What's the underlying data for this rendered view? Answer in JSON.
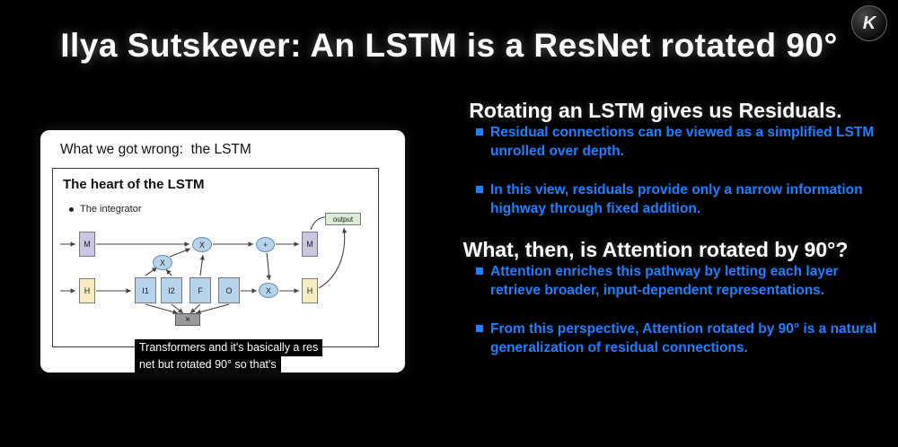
{
  "header": {
    "title": "Ilya Sutskever: An LSTM is a ResNet rotated 90°",
    "logo_letter": "K"
  },
  "slide": {
    "title": "What we got wrong:  the LSTM",
    "diagram_title": "The heart of the LSTM",
    "diagram_bullet": "The integrator",
    "nodes": {
      "m_left": "M",
      "h_left": "H",
      "x_gate": "X",
      "x_top": "X",
      "plus": "+",
      "x_out": "X",
      "i1": "I1",
      "i2": "I2",
      "f": "F",
      "o": "O",
      "mult": "×",
      "output": "output",
      "m_right": "M",
      "h_right": "H"
    },
    "caption": {
      "line1": "Transformers and it's basically a res",
      "line2": "net but rotated 90° so that's"
    }
  },
  "right_panel": {
    "heading1": "Rotating an LSTM gives us Residuals.",
    "bullets1": [
      "Residual connections can be viewed as a simplified LSTM unrolled over depth.",
      "In this view, residuals provide only a narrow information highway through fixed addition."
    ],
    "heading2": "What, then, is Attention rotated by 90°?",
    "bullets2": [
      "Attention enriches this pathway by letting each layer retrieve broader, input-dependent representations.",
      "From this perspective, Attention rotated by 90° is a natural generalization of residual connections."
    ]
  },
  "colors": {
    "accent_blue": "#1e80ff"
  }
}
